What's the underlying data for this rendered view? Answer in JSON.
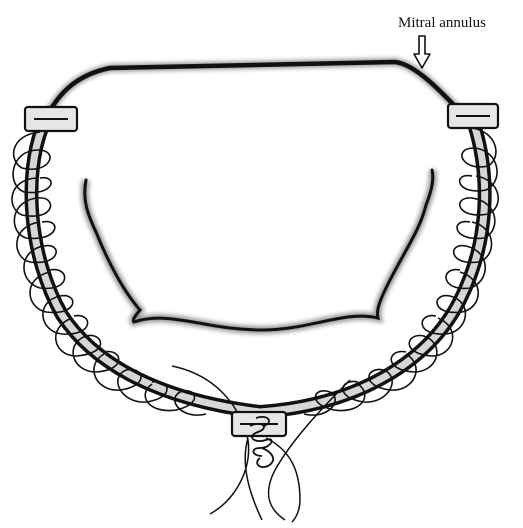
{
  "labels": {
    "annotation": "Mitral annulus"
  },
  "colors": {
    "ink": "#111111",
    "shadow": "#9a9a9a",
    "band": "#d6d6d6",
    "pledget_fill": "#e6e6e6",
    "background": "#ffffff"
  },
  "parts": [
    "mitral-annulus-outline",
    "valve-leaflet-margin",
    "annuloplasty-ring",
    "left-pledget",
    "right-pledget",
    "bottom-pledget",
    "running-suture",
    "suture-knot",
    "loose-suture-ends",
    "pointer-arrow"
  ]
}
